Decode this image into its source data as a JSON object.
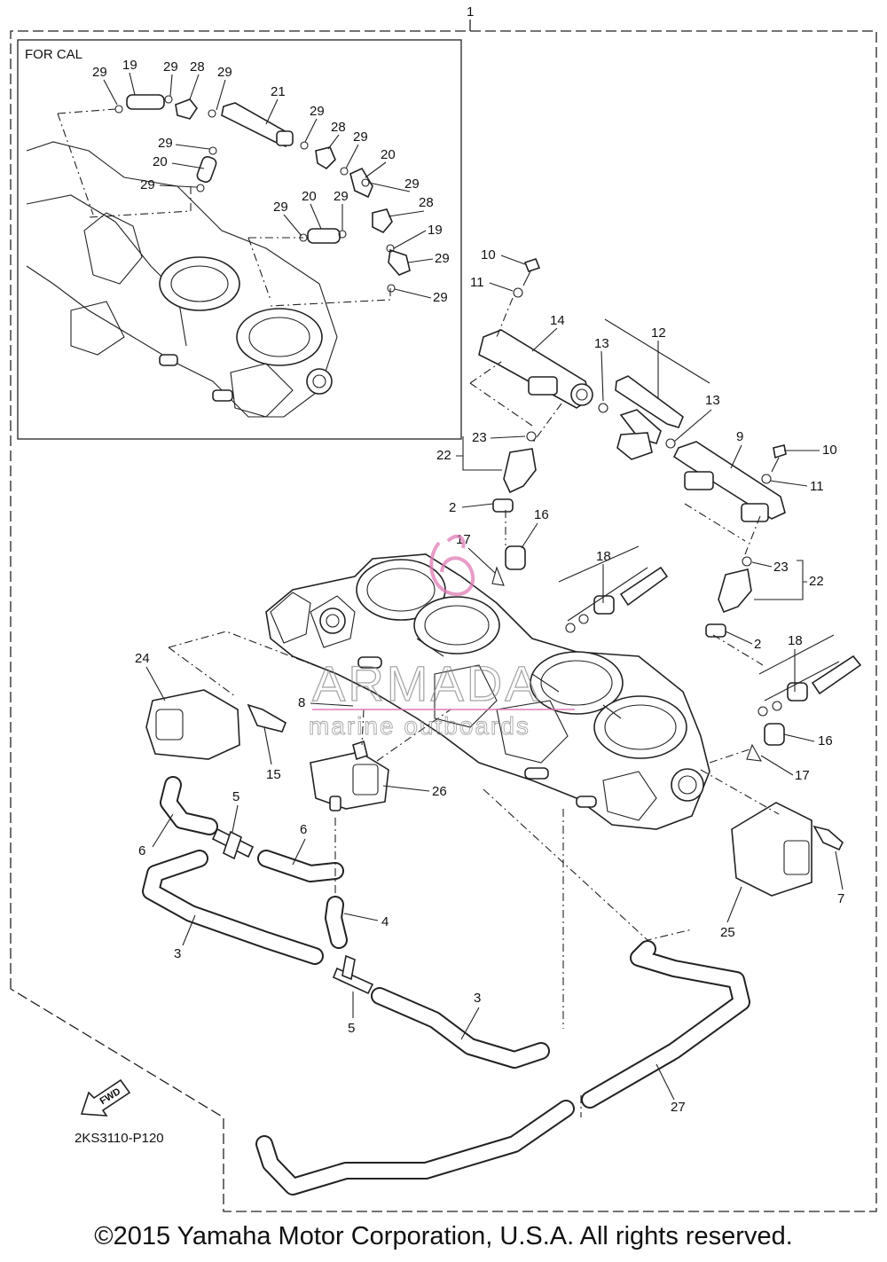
{
  "diagram": {
    "assembly_callout": "1",
    "inset_title": "FOR CAL",
    "drawing_code": "2KS3110-P120",
    "fwd_arrow_label": "FWD",
    "watermark": {
      "brand": "ARMADA",
      "tagline": "marine outboards",
      "color": "#e07bb5"
    },
    "inset_callouts": [
      "29",
      "19",
      "29",
      "28",
      "29",
      "21",
      "29",
      "28",
      "29",
      "29",
      "20",
      "20",
      "29",
      "20",
      "29",
      "28",
      "29",
      "29",
      "19",
      "29"
    ],
    "callouts": [
      "10",
      "11",
      "14",
      "13",
      "12",
      "13",
      "23",
      "22",
      "2",
      "9",
      "10",
      "11",
      "16",
      "17",
      "18",
      "23",
      "22",
      "2",
      "24",
      "18",
      "8",
      "15",
      "16",
      "17",
      "26",
      "5",
      "6",
      "6",
      "4",
      "3",
      "5",
      "3",
      "25",
      "7",
      "27"
    ]
  },
  "copyright": "©2015 Yamaha Motor Corporation, U.S.A. All rights reserved."
}
